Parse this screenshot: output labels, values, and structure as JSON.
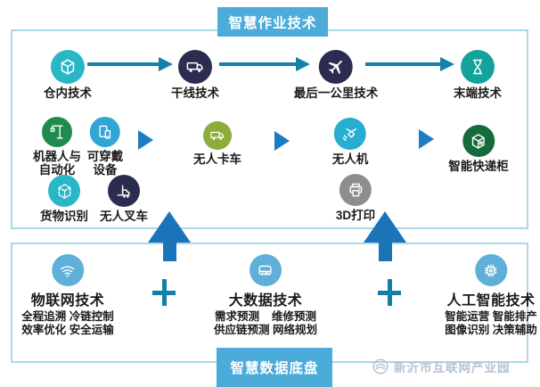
{
  "top_label": "智慧作业技术",
  "bottom_label": "智慧数据底盘",
  "watermark": {
    "text": "新沂市互联网产业园",
    "logo_icon": "park-logo-icon"
  },
  "palette": {
    "banner_bg": "#4bacd9",
    "frame_border": "#abd7eb",
    "flow_arrow": "#1580ac",
    "triangle_arrow": "#1b7cc4",
    "big_up_arrow": "#1c74b8",
    "plus_sign": "#137fa8",
    "circle_cyan": "#29b7c8",
    "circle_navy": "#2b2d50",
    "circle_teal_green": "#12a39b",
    "circle_green": "#1f8c4e",
    "circle_sky_blue": "#2fa6d4",
    "circle_olive": "#8cad3c",
    "circle_drone_blue": "#26add0",
    "circle_dark_green": "#156b3c",
    "circle_gray": "#8e8e8e",
    "circle_light_blue": "#5fafd8",
    "watermark_color": "#b4c3d3"
  },
  "flow": {
    "row1": [
      {
        "label": "仓内技术",
        "icon": "cube-icon"
      },
      {
        "label": "干线技术",
        "icon": "truck-icon"
      },
      {
        "label": "最后一公里技术",
        "icon": "plane-icon"
      },
      {
        "label": "末端技术",
        "icon": "hourglass-icon"
      }
    ],
    "row2": [
      {
        "line1": "机器人与",
        "line2": "自动化",
        "icon": "crane-icon"
      },
      {
        "line1": "可穿戴",
        "line2": "设备",
        "icon": "wearable-devices-icon"
      },
      {
        "label": "无人卡车",
        "icon": "truck-icon"
      },
      {
        "label": "无人机",
        "icon": "drone-icon"
      },
      {
        "label": "智能快递柜",
        "icon": "parcel-locker-icon"
      }
    ],
    "row3": [
      {
        "label": "货物识别",
        "icon": "dashed-cube-icon"
      },
      {
        "label": "无人叉车",
        "icon": "forklift-icon"
      },
      {
        "label": "3D打印",
        "icon": "printer-icon"
      }
    ]
  },
  "foundation": {
    "items": [
      {
        "title": "物联网技术",
        "icon": "wifi-icon",
        "lines": [
          "全程追溯 冷链控制",
          "效率优化 安全运输"
        ]
      },
      {
        "title": "大数据技术",
        "icon": "server-icon",
        "lines": [
          "需求预测    维修预测",
          "供应链预测 网络规划"
        ]
      },
      {
        "title": "人工智能技术",
        "icon": "chip-icon",
        "lines": [
          "智能运营 智能排产",
          "图像识别 决策辅助"
        ]
      }
    ]
  }
}
